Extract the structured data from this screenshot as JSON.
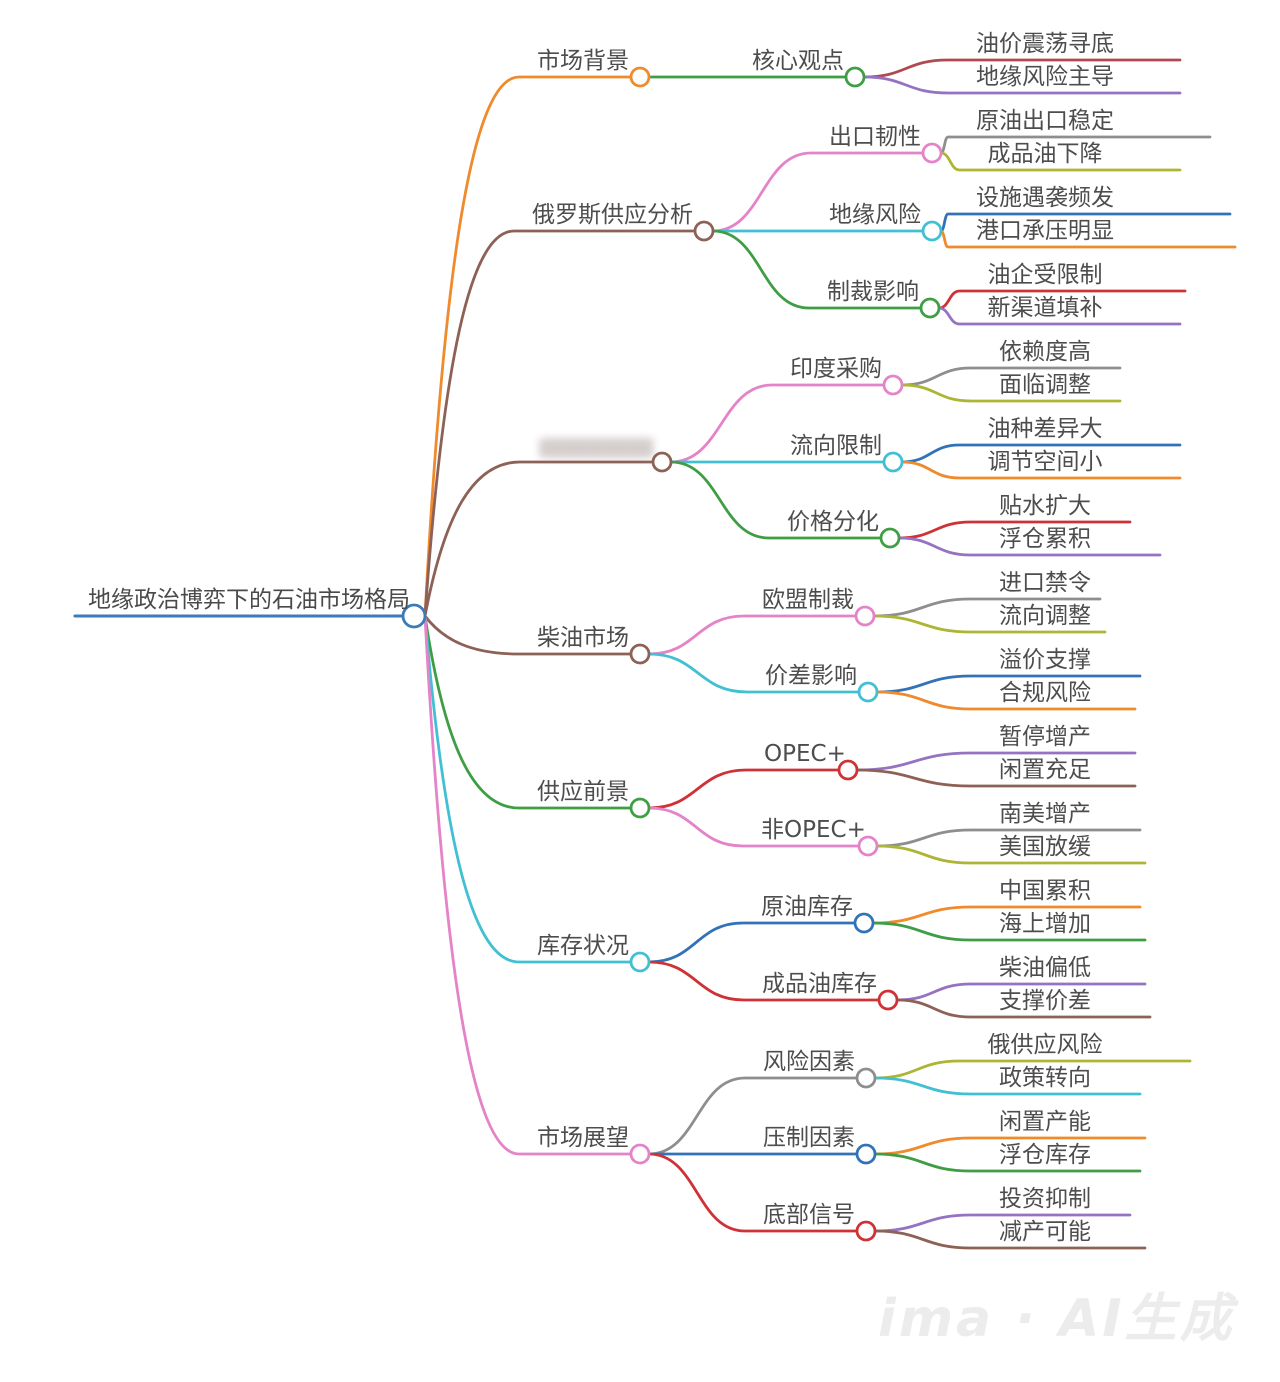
{
  "title": "地缘政治博弈下的石油市场格局",
  "watermark": "ima · AI生成",
  "root": {
    "label": "地缘政治博弈下的石油市场格局",
    "color": "#3a7cb8"
  },
  "branches": [
    {
      "label": "市场背景",
      "color": "#ef8a2d",
      "children": [
        {
          "label": "核心观点",
          "color": "#3f9e44",
          "children": [
            {
              "label": "油价震荡寻底",
              "color": "#b04a50"
            },
            {
              "label": "地缘风险主导",
              "color": "#9572c2"
            }
          ]
        }
      ]
    },
    {
      "label": "俄罗斯供应分析",
      "color": "#8d6156",
      "children": [
        {
          "label": "出口韧性",
          "color": "#e583c9",
          "children": [
            {
              "label": "原油出口稳定",
              "color": "#8e8e8e"
            },
            {
              "label": "成品油下降",
              "color": "#adb534"
            }
          ]
        },
        {
          "label": "地缘风险",
          "color": "#41c0d4",
          "children": [
            {
              "label": "设施遇袭频发",
              "color": "#3273b7"
            },
            {
              "label": "港口承压明显",
              "color": "#ef8a2d"
            }
          ]
        },
        {
          "label": "制裁影响",
          "color": "#3f9e44",
          "children": [
            {
              "label": "油企受限制",
              "color": "#ce3237"
            },
            {
              "label": "新渠道填补",
              "color": "#9572c2"
            }
          ]
        }
      ]
    },
    {
      "label": "",
      "blurred": true,
      "color": "#8d6156",
      "children": [
        {
          "label": "印度采购",
          "color": "#e583c9",
          "children": [
            {
              "label": "依赖度高",
              "color": "#8e8e8e"
            },
            {
              "label": "面临调整",
              "color": "#adb534"
            }
          ]
        },
        {
          "label": "流向限制",
          "color": "#41c0d4",
          "children": [
            {
              "label": "油种差异大",
              "color": "#3273b7"
            },
            {
              "label": "调节空间小",
              "color": "#ef8a2d"
            }
          ]
        },
        {
          "label": "价格分化",
          "color": "#3f9e44",
          "children": [
            {
              "label": "贴水扩大",
              "color": "#ce3237"
            },
            {
              "label": "浮仓累积",
              "color": "#9572c2"
            }
          ]
        }
      ]
    },
    {
      "label": "柴油市场",
      "color": "#8d6156",
      "children": [
        {
          "label": "欧盟制裁",
          "color": "#e583c9",
          "children": [
            {
              "label": "进口禁令",
              "color": "#8e8e8e"
            },
            {
              "label": "流向调整",
              "color": "#adb534"
            }
          ]
        },
        {
          "label": "价差影响",
          "color": "#41c0d4",
          "children": [
            {
              "label": "溢价支撑",
              "color": "#3273b7"
            },
            {
              "label": "合规风险",
              "color": "#ef8a2d"
            }
          ]
        }
      ]
    },
    {
      "label": "供应前景",
      "color": "#3f9e44",
      "children": [
        {
          "label": "OPEC+",
          "color": "#ce3237",
          "children": [
            {
              "label": "暂停增产",
              "color": "#9572c2"
            },
            {
              "label": "闲置充足",
              "color": "#8d6156"
            }
          ]
        },
        {
          "label": "非OPEC+",
          "color": "#e583c9",
          "children": [
            {
              "label": "南美增产",
              "color": "#8e8e8e"
            },
            {
              "label": "美国放缓",
              "color": "#adb534"
            }
          ]
        }
      ]
    },
    {
      "label": "库存状况",
      "color": "#41c0d4",
      "children": [
        {
          "label": "原油库存",
          "color": "#3273b7",
          "children": [
            {
              "label": "中国累积",
              "color": "#ef8a2d"
            },
            {
              "label": "海上增加",
              "color": "#3f9e44"
            }
          ]
        },
        {
          "label": "成品油库存",
          "color": "#ce3237",
          "children": [
            {
              "label": "柴油偏低",
              "color": "#9572c2"
            },
            {
              "label": "支撑价差",
              "color": "#8d6156"
            }
          ]
        }
      ]
    },
    {
      "label": "市场展望",
      "color": "#e583c9",
      "children": [
        {
          "label": "风险因素",
          "color": "#8e8e8e",
          "children": [
            {
              "label": "俄供应风险",
              "color": "#adb534"
            },
            {
              "label": "政策转向",
              "color": "#41c0d4"
            }
          ]
        },
        {
          "label": "压制因素",
          "color": "#3273b7",
          "children": [
            {
              "label": "闲置产能",
              "color": "#ef8a2d"
            },
            {
              "label": "浮仓库存",
              "color": "#3f9e44"
            }
          ]
        },
        {
          "label": "底部信号",
          "color": "#ce3237",
          "children": [
            {
              "label": "投资抑制",
              "color": "#9572c2"
            },
            {
              "label": "减产可能",
              "color": "#8d6156"
            }
          ]
        }
      ]
    }
  ]
}
